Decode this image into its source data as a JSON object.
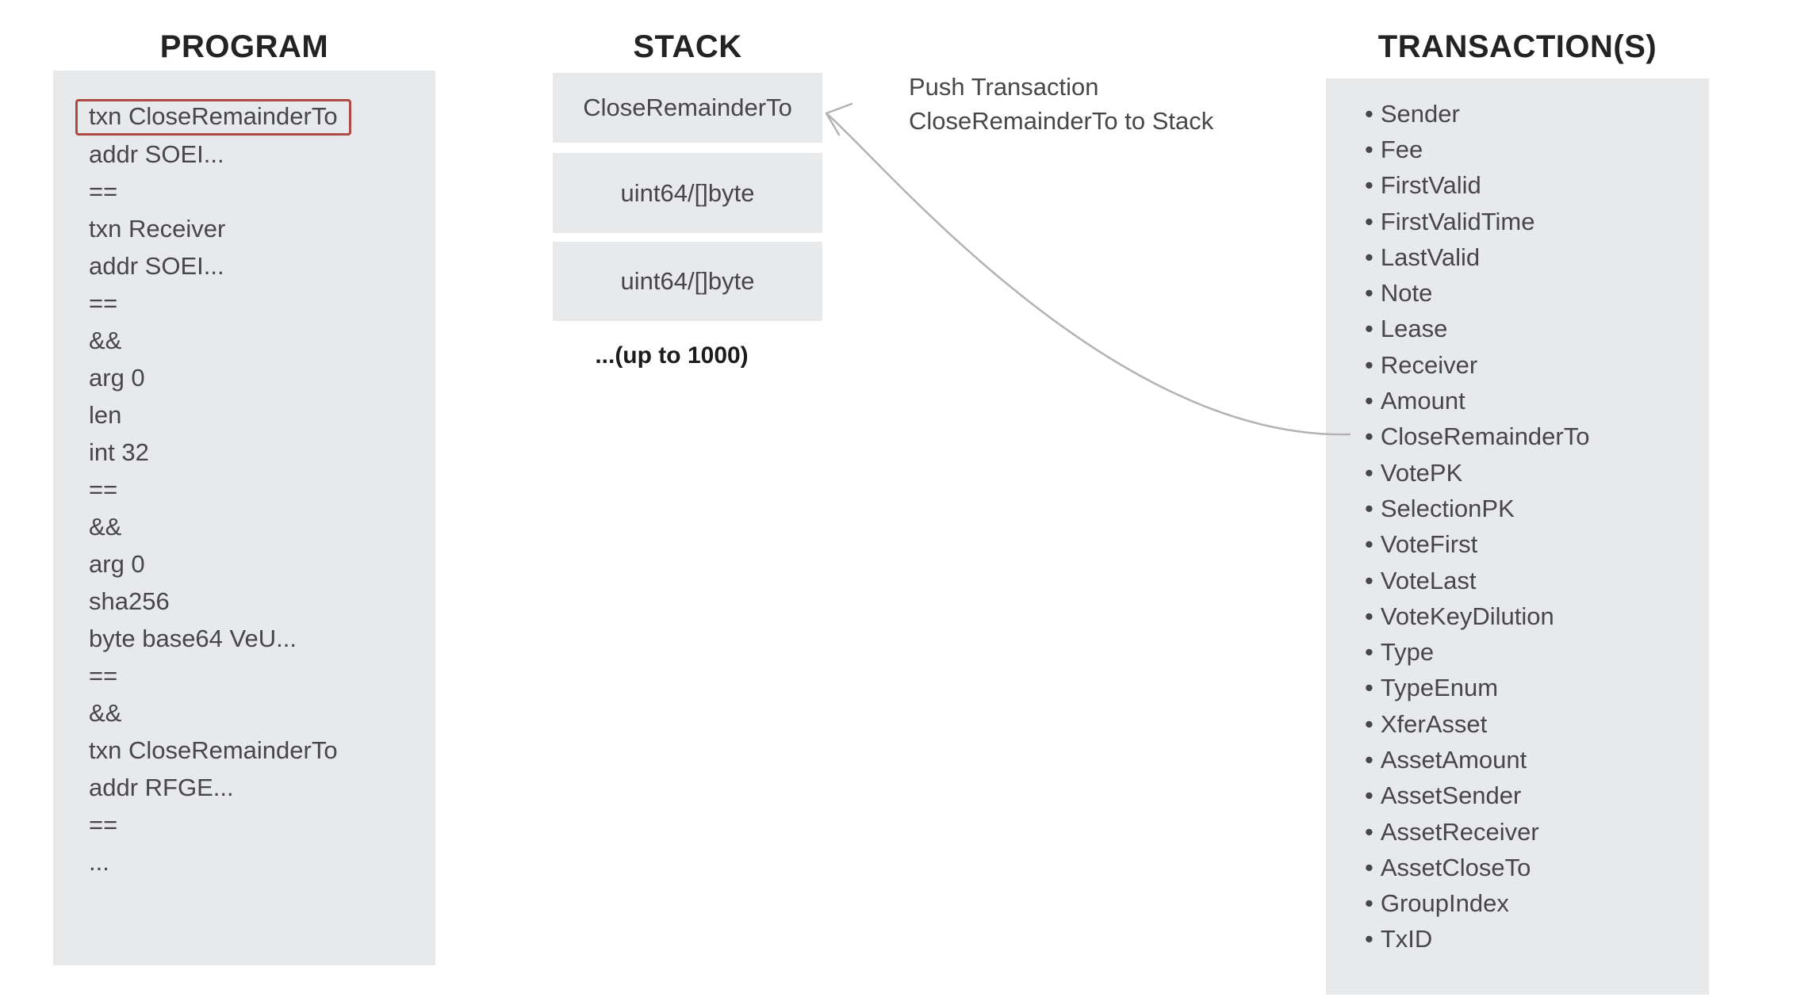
{
  "columns": {
    "program": {
      "title": "PROGRAM",
      "highlight_index": 0,
      "lines": [
        "txn CloseRemainderTo",
        "addr SOEI...",
        "==",
        "txn Receiver",
        "addr SOEI...",
        "==",
        "&&",
        "arg 0",
        "len",
        "int 32",
        "==",
        "&&",
        "arg 0",
        "sha256",
        "byte base64 VeU...",
        "==",
        "&&",
        "txn CloseRemainderTo",
        "addr RFGE...",
        "==",
        "..."
      ]
    },
    "stack": {
      "title": "STACK",
      "boxes": [
        "CloseRemainderTo",
        "uint64/[]byte",
        "uint64/[]byte"
      ],
      "note": "...(up to 1000)"
    },
    "transactions": {
      "title": "TRANSACTION(S)",
      "items": [
        "Sender",
        "Fee",
        "FirstValid",
        "FirstValidTime",
        "LastValid",
        "Note",
        "Lease",
        "Receiver",
        "Amount",
        "CloseRemainderTo",
        "VotePK",
        "SelectionPK",
        "VoteFirst",
        "VoteLast",
        "VoteKeyDilution",
        "Type",
        "TypeEnum",
        "XferAsset",
        "AssetAmount",
        "AssetSender",
        "AssetReceiver",
        "AssetCloseTo",
        "GroupIndex",
        "TxID"
      ]
    }
  },
  "annotation": {
    "line1": "Push Transaction",
    "line2": "CloseRemainderTo to Stack"
  },
  "colors": {
    "panel": "#e8e9eb",
    "heading": "#232326",
    "text": "#47474a",
    "note": "#1c1c1e",
    "highlight_border": "#ae4a46",
    "arrow": "#b3b3b5"
  }
}
